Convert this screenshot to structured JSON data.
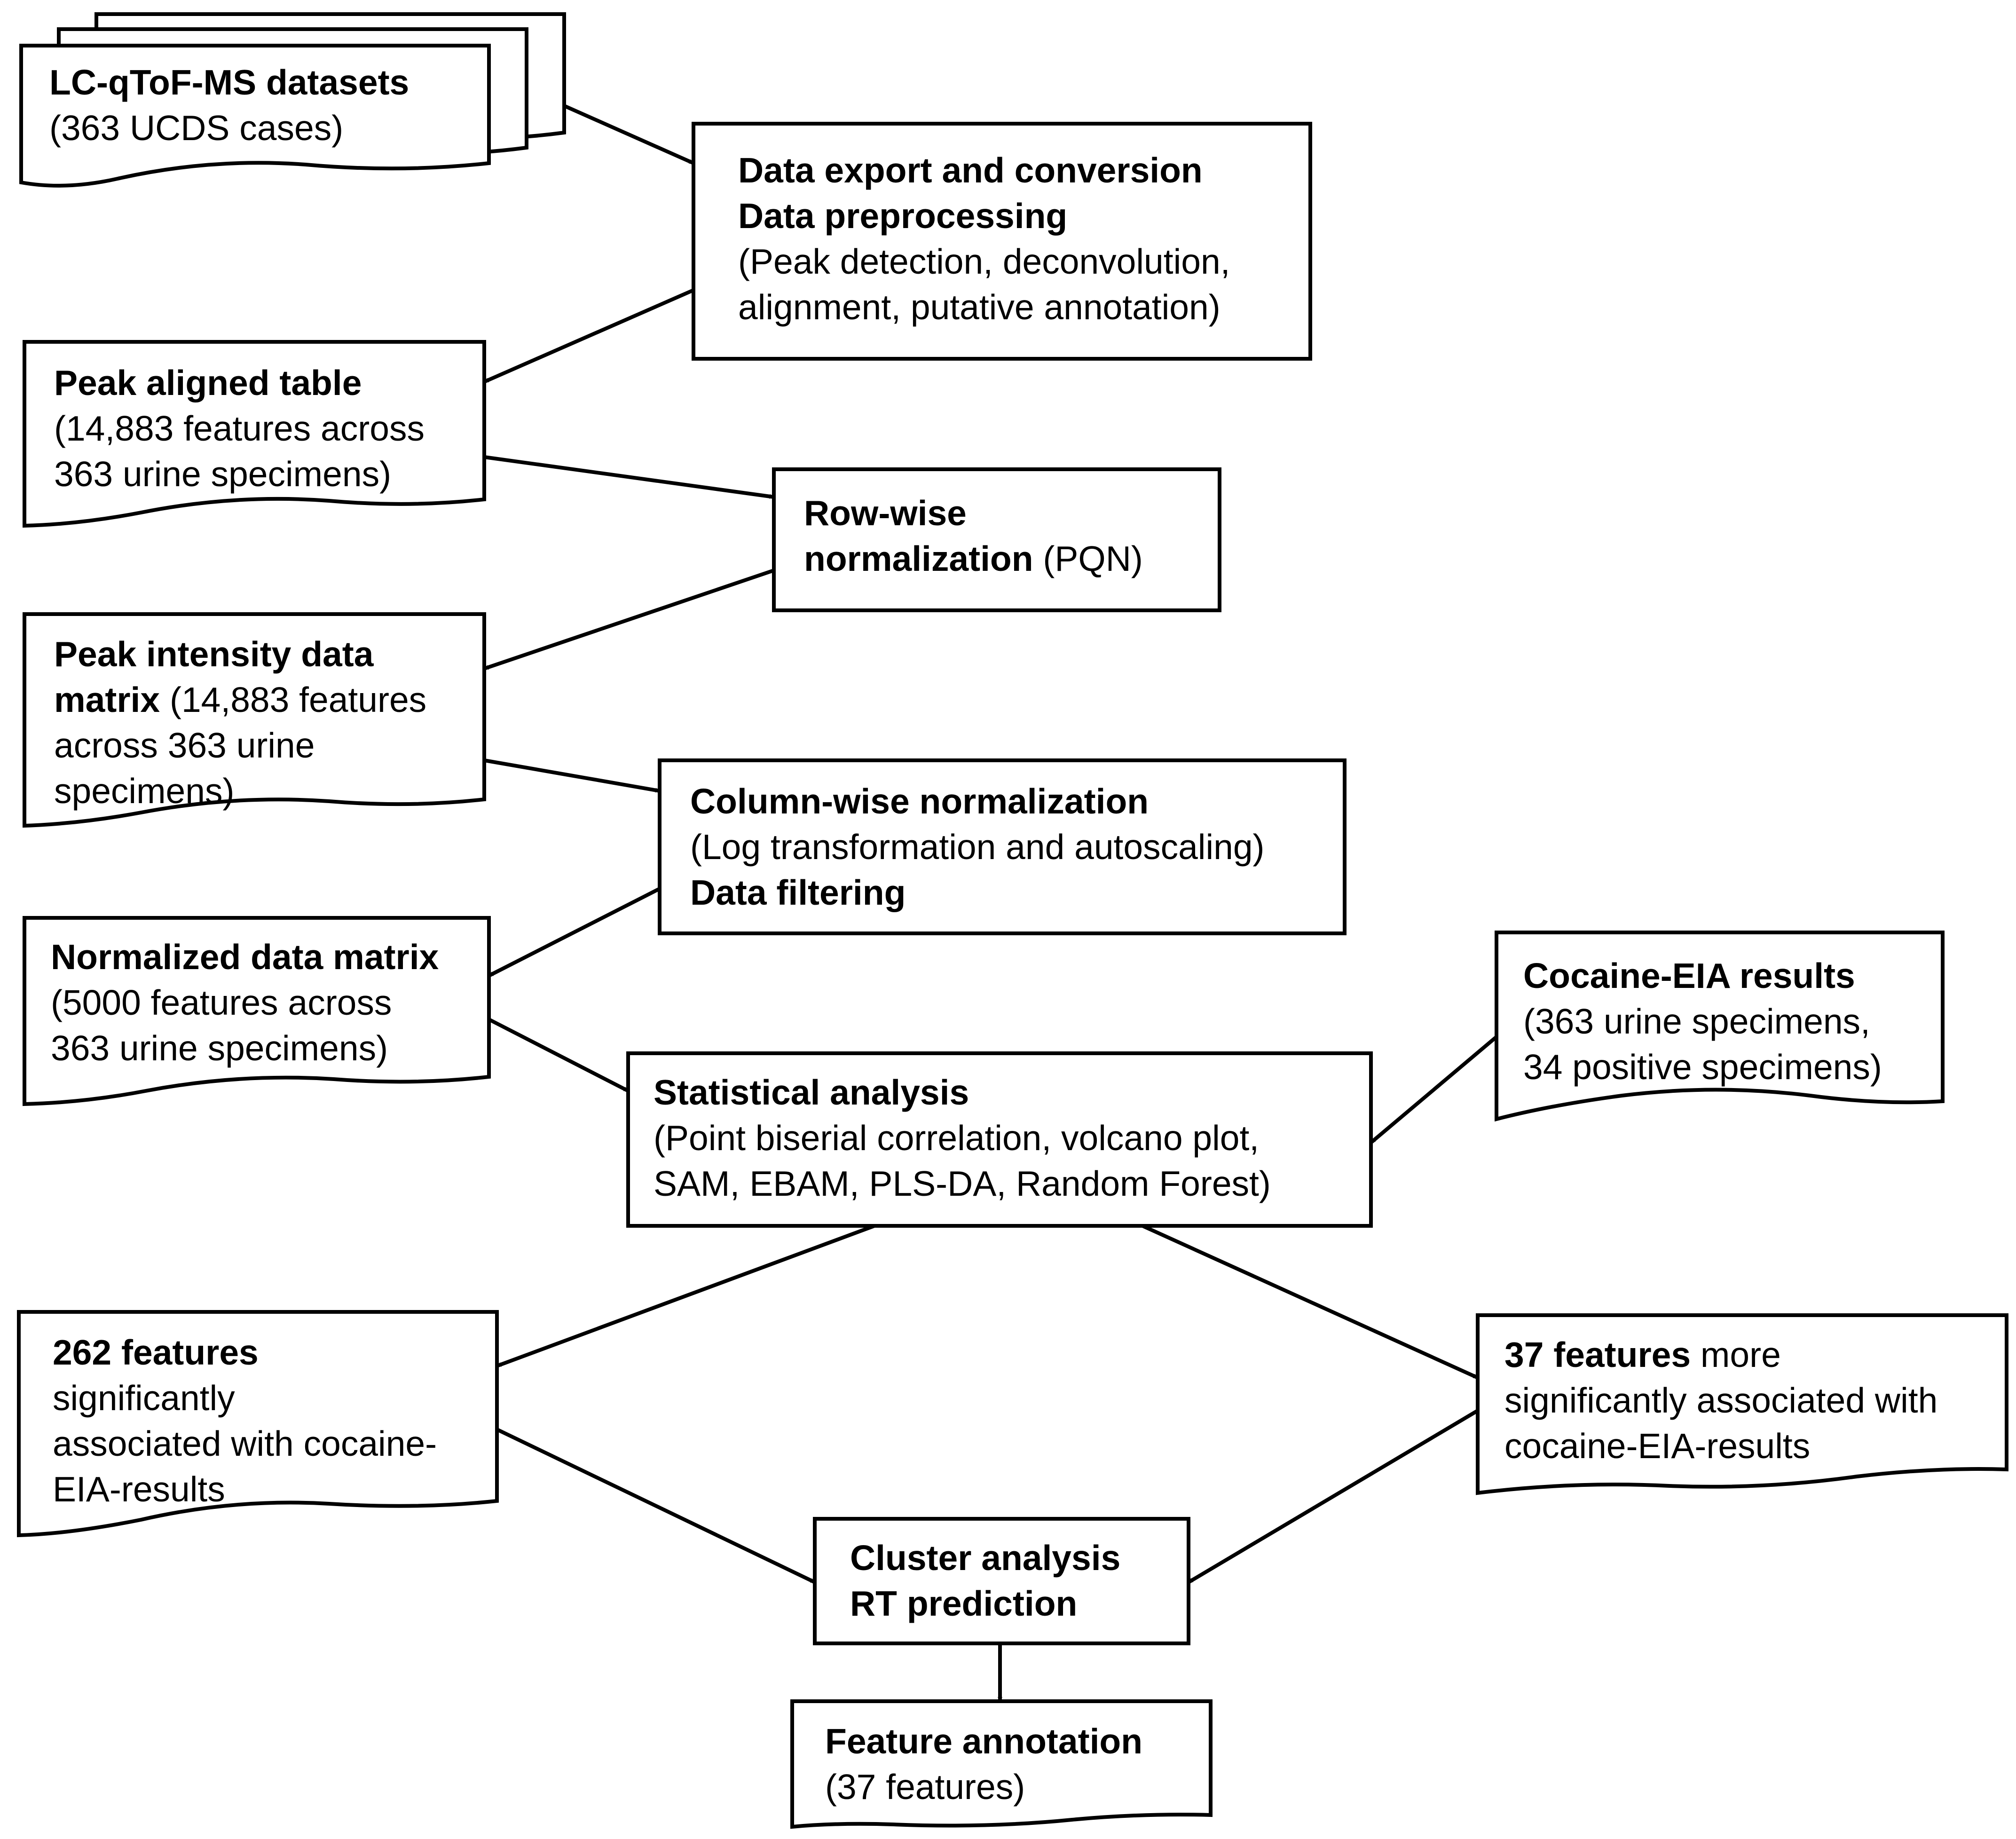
{
  "nodes": {
    "lcms": {
      "title": "LC-qToF-MS datasets",
      "detail": "(363 UCDS cases)"
    },
    "export": {
      "line1": "Data export and conversion",
      "line2": "Data preprocessing",
      "line3": "(Peak detection, deconvolution,",
      "line4": "alignment, putative annotation)"
    },
    "peak_aligned": {
      "title": "Peak aligned table",
      "line2": "(14,883 features across",
      "line3": "363 urine specimens)"
    },
    "rowwise": {
      "line1": "Row-wise",
      "line2_bold": "normalization",
      "line2_rest": " (PQN)"
    },
    "peak_intensity": {
      "line1": "Peak intensity data",
      "line2_bold": "matrix",
      "line2_rest": " (14,883 features",
      "line3": "across 363 urine",
      "line4": "specimens)"
    },
    "columnwise": {
      "line1": "Column-wise normalization",
      "line2": "(Log transformation and autoscaling)",
      "line3": "Data filtering"
    },
    "normalized": {
      "title": "Normalized data matrix",
      "line2": "(5000 features across",
      "line3": "363 urine specimens)"
    },
    "cocaine_eia": {
      "title": "Cocaine-EIA results",
      "line2": "(363 urine specimens,",
      "line3": "34 positive specimens)"
    },
    "statistical": {
      "line1": "Statistical analysis",
      "line2": "(Point biserial correlation, volcano plot,",
      "line3": "SAM, EBAM, PLS-DA, Random Forest)"
    },
    "features262": {
      "title": "262 features",
      "line2": "significantly",
      "line3": "associated with cocaine-",
      "line4": "EIA-results"
    },
    "features37": {
      "title_bold": "37 features",
      "title_rest": " more",
      "line2": "significantly associated with",
      "line3": "cocaine-EIA-results"
    },
    "cluster": {
      "line1": "Cluster analysis",
      "line2": "RT prediction"
    },
    "annotation": {
      "title": "Feature annotation",
      "line2": "(37 features)"
    }
  }
}
